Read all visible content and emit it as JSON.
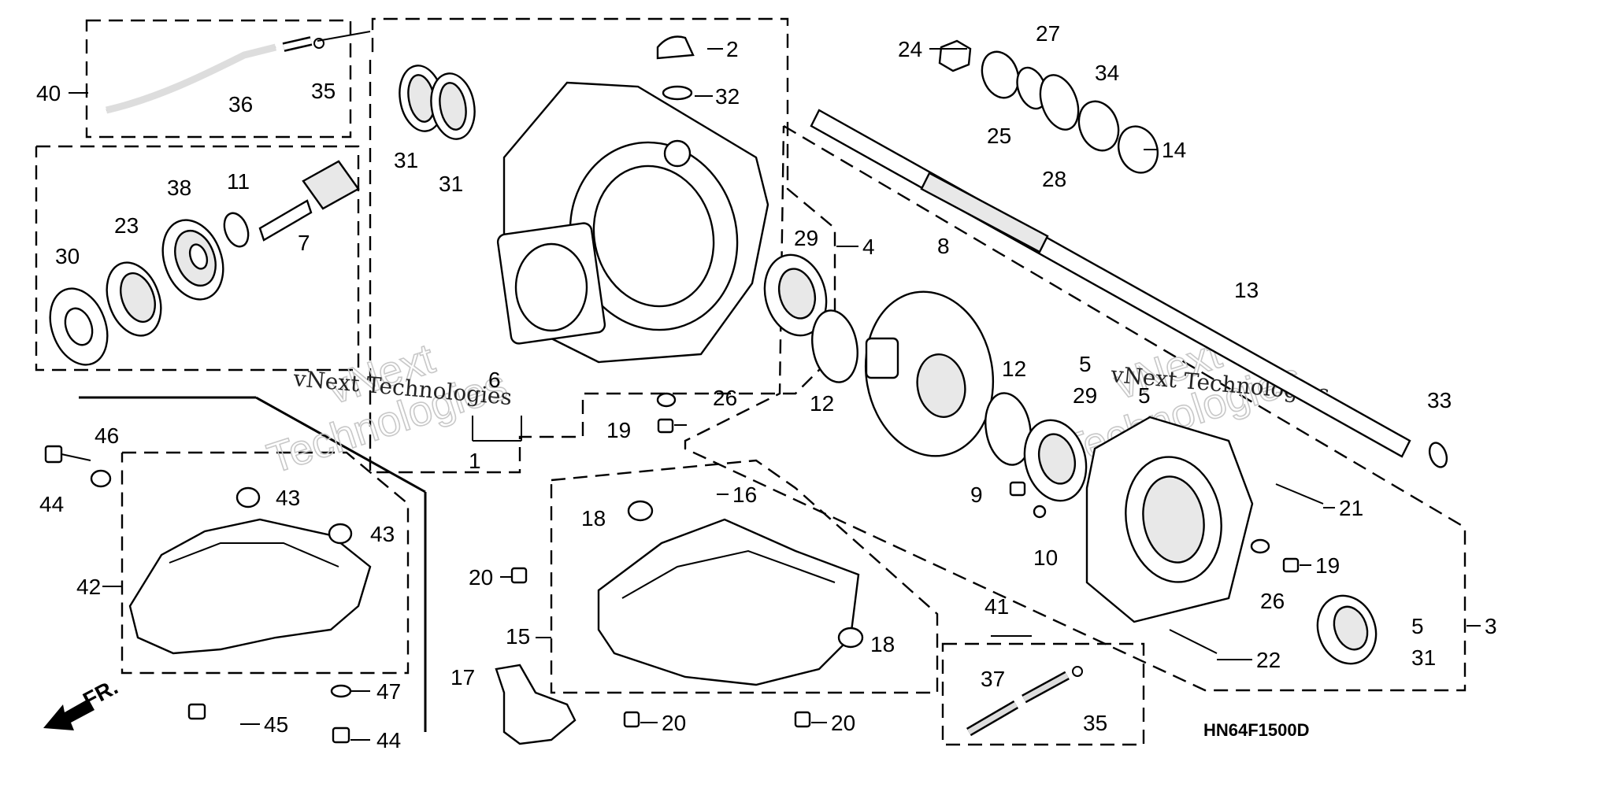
{
  "diagram_code": "HN64F1500D",
  "front_marker": "FR.",
  "watermark": {
    "outline_text_1": "vNext",
    "outline_text_2": "Technologies",
    "plain_text": "vNext Technologies"
  },
  "callouts": [
    {
      "id": "c1",
      "label": "1"
    },
    {
      "id": "c2",
      "label": "2"
    },
    {
      "id": "c3",
      "label": "3"
    },
    {
      "id": "c4",
      "label": "4"
    },
    {
      "id": "c5a",
      "label": "5"
    },
    {
      "id": "c5b",
      "label": "5"
    },
    {
      "id": "c5c",
      "label": "5"
    },
    {
      "id": "c6",
      "label": "6"
    },
    {
      "id": "c7",
      "label": "7"
    },
    {
      "id": "c8",
      "label": "8"
    },
    {
      "id": "c9",
      "label": "9"
    },
    {
      "id": "c10",
      "label": "10"
    },
    {
      "id": "c11",
      "label": "11"
    },
    {
      "id": "c12a",
      "label": "12"
    },
    {
      "id": "c12b",
      "label": "12"
    },
    {
      "id": "c13",
      "label": "13"
    },
    {
      "id": "c14",
      "label": "14"
    },
    {
      "id": "c15",
      "label": "15"
    },
    {
      "id": "c16",
      "label": "16"
    },
    {
      "id": "c17",
      "label": "17"
    },
    {
      "id": "c18a",
      "label": "18"
    },
    {
      "id": "c18b",
      "label": "18"
    },
    {
      "id": "c19a",
      "label": "19"
    },
    {
      "id": "c19b",
      "label": "19"
    },
    {
      "id": "c20a",
      "label": "20"
    },
    {
      "id": "c20b",
      "label": "20"
    },
    {
      "id": "c20c",
      "label": "20"
    },
    {
      "id": "c21",
      "label": "21"
    },
    {
      "id": "c22",
      "label": "22"
    },
    {
      "id": "c23",
      "label": "23"
    },
    {
      "id": "c24",
      "label": "24"
    },
    {
      "id": "c25",
      "label": "25"
    },
    {
      "id": "c26a",
      "label": "26"
    },
    {
      "id": "c26b",
      "label": "26"
    },
    {
      "id": "c27",
      "label": "27"
    },
    {
      "id": "c28",
      "label": "28"
    },
    {
      "id": "c29a",
      "label": "29"
    },
    {
      "id": "c29b",
      "label": "29"
    },
    {
      "id": "c30",
      "label": "30"
    },
    {
      "id": "c31a",
      "label": "31"
    },
    {
      "id": "c31b",
      "label": "31"
    },
    {
      "id": "c31c",
      "label": "31"
    },
    {
      "id": "c32",
      "label": "32"
    },
    {
      "id": "c33",
      "label": "33"
    },
    {
      "id": "c34",
      "label": "34"
    },
    {
      "id": "c35a",
      "label": "35"
    },
    {
      "id": "c35b",
      "label": "35"
    },
    {
      "id": "c36",
      "label": "36"
    },
    {
      "id": "c37",
      "label": "37"
    },
    {
      "id": "c38",
      "label": "38"
    },
    {
      "id": "c40",
      "label": "40"
    },
    {
      "id": "c41",
      "label": "41"
    },
    {
      "id": "c42",
      "label": "42"
    },
    {
      "id": "c43a",
      "label": "43"
    },
    {
      "id": "c43b",
      "label": "43"
    },
    {
      "id": "c44a",
      "label": "44"
    },
    {
      "id": "c44b",
      "label": "44"
    },
    {
      "id": "c45",
      "label": "45"
    },
    {
      "id": "c46",
      "label": "46"
    },
    {
      "id": "c47",
      "label": "47"
    }
  ]
}
